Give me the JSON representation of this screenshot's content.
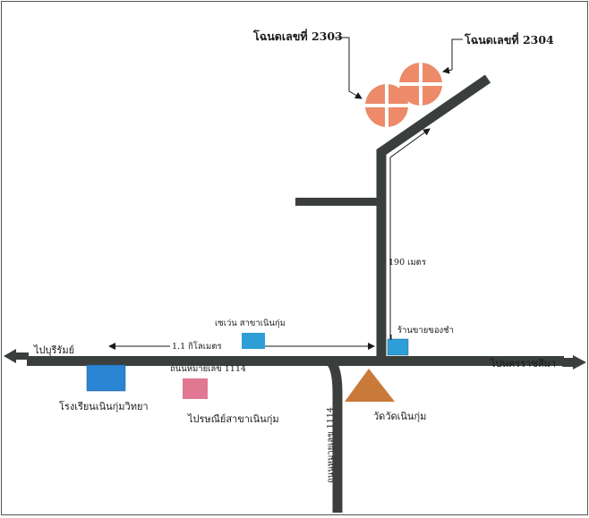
{
  "labels": {
    "plot_2303": "โฉนดเลขที่ 2303",
    "plot_2304": "โฉนดเลขที่ 2304",
    "distance_190": "190 เมตร",
    "distance_1_1": "1.1 กิโลเมตร",
    "seven_eleven": "เซเว่น สาขาเนินกุ่ม",
    "road_1114": "ถนนหมายเลข 1114",
    "road_1114_vertical": "ถนนหมายเลข 1114",
    "shop": "ร้านขายของชำ",
    "to_buriram": "ไปบุรีรัมย์",
    "to_nakhon": "ไปนครราชสีมา",
    "school": "โรงเรียนเนินกุ่มวิทยา",
    "post_office": "ไปรษณีย์สาขาเนินกุ่ม",
    "temple": "วัดวัดเนินกุ่ม"
  },
  "colors": {
    "road": "#3a3f3c",
    "plot": "#ec8a6a",
    "seven_eleven": "#2e9fd6",
    "shop": "#2e9fd6",
    "school": "#2b84d4",
    "post_office": "#e07892",
    "temple": "#c97a3a"
  }
}
